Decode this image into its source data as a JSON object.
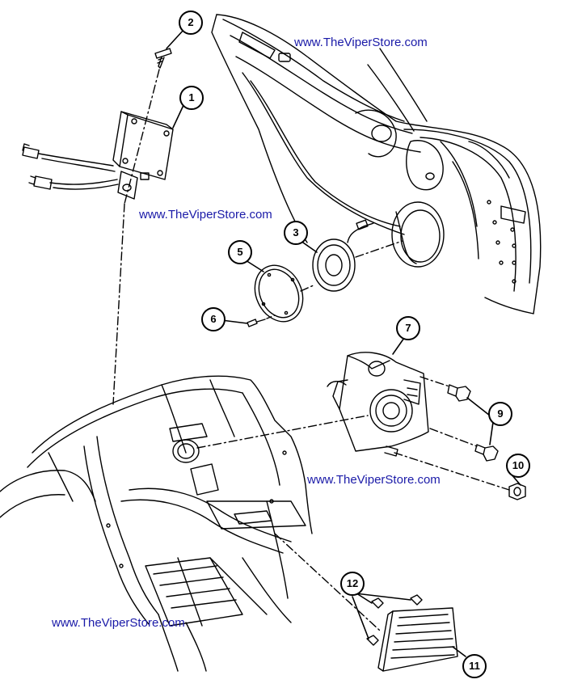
{
  "diagram": {
    "watermarks": [
      "www.TheViperStore.com",
      "www.TheViperStore.com",
      "www.TheViperStore.com",
      "www.TheViperStore.com"
    ],
    "callouts": {
      "c1": "1",
      "c2": "2",
      "c3": "3",
      "c5": "5",
      "c6": "6",
      "c7": "7",
      "c9": "9",
      "c10": "10",
      "c11": "11",
      "c12": "12"
    },
    "line_color": "#000000",
    "watermark_color": "#1a1aa8"
  }
}
